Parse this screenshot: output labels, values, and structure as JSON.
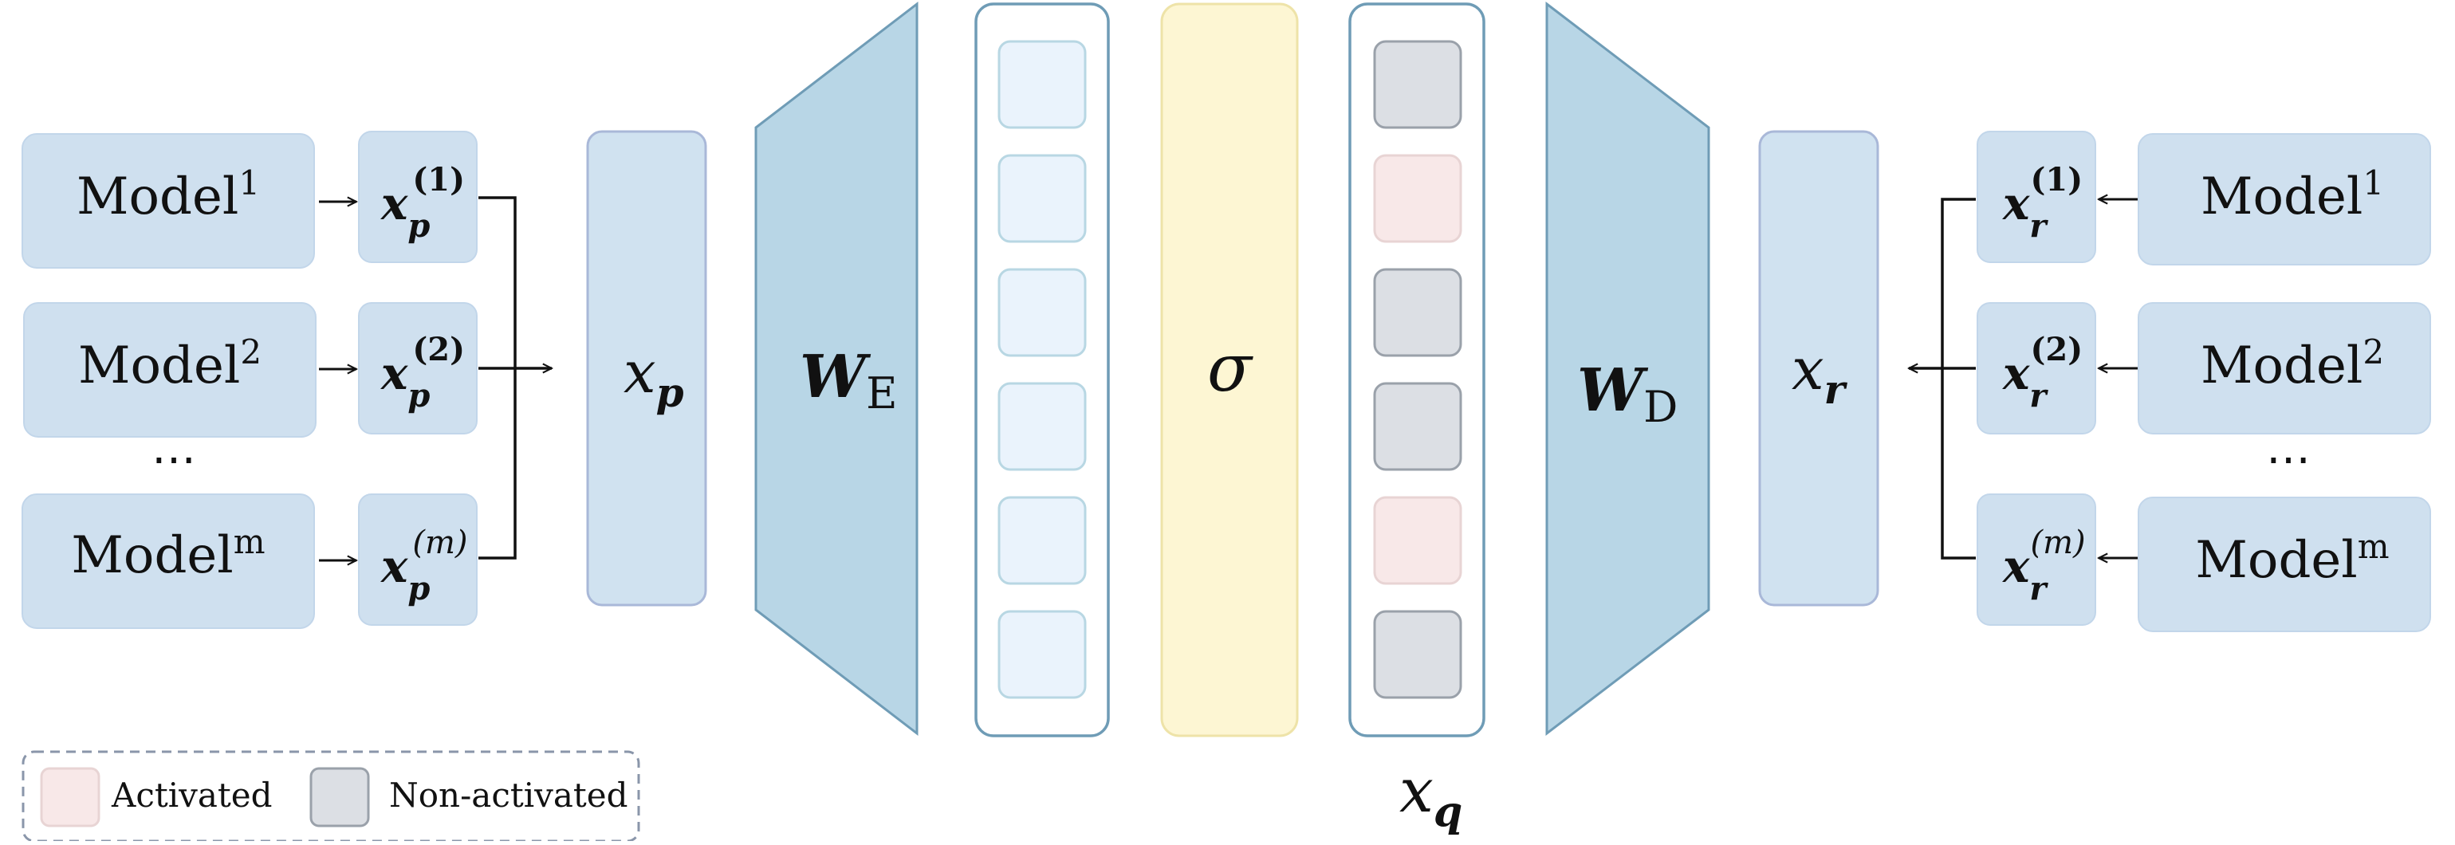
{
  "colors": {
    "box_fill": "#cfe0ef",
    "box_stroke": "#b8cfe6",
    "center_box_fill": "#d0e2f0",
    "center_box_stroke": "#a9b8d8",
    "trapezoid_fill": "#b8d6e6",
    "trapezoid_stroke": "#6f9cb6",
    "column_stroke": "#6f9cb6",
    "cell_fill": "#eaf3fc",
    "cell_stroke": "#b8d7e3",
    "sigma_fill": "#fdf6d3",
    "sigma_stroke": "#eee3a8",
    "activated_fill": "#f8e8e8",
    "activated_stroke": "#e8d4d4",
    "non_activated_fill": "#dcdfe4",
    "non_activated_stroke": "#9aa1aa",
    "arrow": "#111111",
    "legend_border": "#8a96aa"
  },
  "left_models": [
    {
      "name": "Model",
      "sup": "1"
    },
    {
      "name": "Model",
      "sup": "2"
    },
    {
      "name": "Model",
      "sup": "m"
    }
  ],
  "left_ellipsis": "⋯",
  "left_inputs": [
    {
      "base": "x",
      "sub": "p",
      "sup": "(1)"
    },
    {
      "base": "x",
      "sub": "p",
      "sup": "(2)"
    },
    {
      "base": "x",
      "sub": "p",
      "sup": "(m)"
    }
  ],
  "xp": {
    "base": "x",
    "sub": "p"
  },
  "encoder": {
    "base": "W",
    "sub": "E"
  },
  "sigma": "σ",
  "decoder": {
    "base": "W",
    "sub": "D"
  },
  "xr": {
    "base": "x",
    "sub": "r"
  },
  "xq": {
    "base": "x",
    "sub": "q"
  },
  "latent_states": [
    "non-activated",
    "activated",
    "non-activated",
    "non-activated",
    "activated",
    "non-activated"
  ],
  "right_outputs": [
    {
      "base": "x",
      "sub": "r",
      "sup": "(1)"
    },
    {
      "base": "x",
      "sub": "r",
      "sup": "(2)"
    },
    {
      "base": "x",
      "sub": "r",
      "sup": "(m)"
    }
  ],
  "right_models": [
    {
      "name": "Model",
      "sup": "1"
    },
    {
      "name": "Model",
      "sup": "2"
    },
    {
      "name": "Model",
      "sup": "m"
    }
  ],
  "right_ellipsis": "⋯",
  "legend": {
    "activated_label": "Activated",
    "non_activated_label": "Non-activated"
  }
}
